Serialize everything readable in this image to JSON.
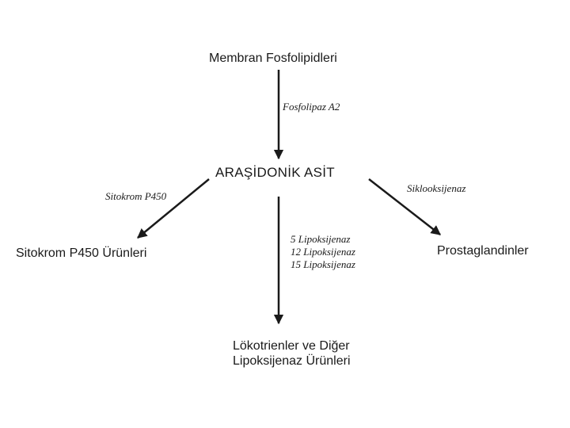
{
  "nodes": {
    "membran": "Membran Fosfolipidleri",
    "arasidonik_asit": "ARAŞİDONİK ASİT",
    "sitokrom_urunleri": "Sitokrom P450 Ürünleri",
    "prostaglandinler": "Prostaglandinler",
    "lokotrienler_line1": "Lökotrienler ve Diğer",
    "lokotrienler_line2": "Lipoksijenaz Ürünleri"
  },
  "enzymes": {
    "fosfolipaz": "Fosfolipaz A2",
    "sitokrom": "Sitokrom P450",
    "siklooksijenaz": "Siklooksijenaz",
    "lipoksijenaz_1": "5 Lipoksijenaz",
    "lipoksijenaz_2": "12 Lipoksijenaz",
    "lipoksijenaz_3": "15 Lipoksijenaz"
  },
  "colors": {
    "line": "#1a1a1a",
    "text": "#1a1a1a",
    "background": "#ffffff"
  }
}
